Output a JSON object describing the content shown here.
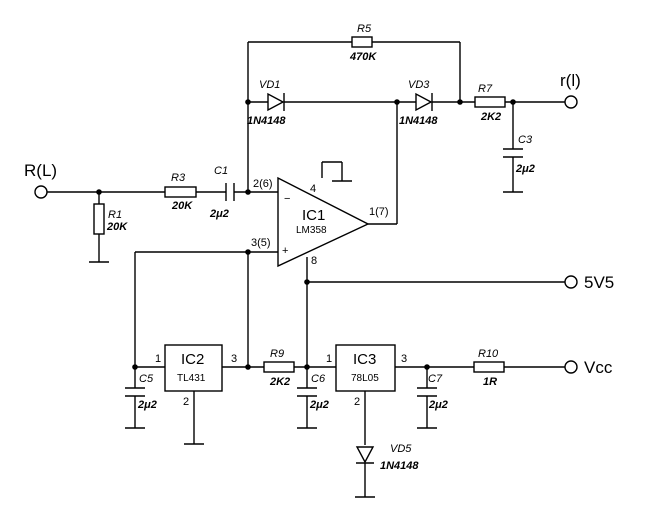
{
  "terminals": {
    "input": "R(L)",
    "output": "r(l)",
    "supply_5v5": "5V5",
    "supply_vcc": "Vcc"
  },
  "resistors": {
    "r1": {
      "ref": "R1",
      "value": "20K"
    },
    "r3": {
      "ref": "R3",
      "value": "20K"
    },
    "r5": {
      "ref": "R5",
      "value": "470K"
    },
    "r7": {
      "ref": "R7",
      "value": "2K2"
    },
    "r9": {
      "ref": "R9",
      "value": "2K2"
    },
    "r10": {
      "ref": "R10",
      "value": "1R"
    }
  },
  "capacitors": {
    "c1": {
      "ref": "C1",
      "value": "2μ2"
    },
    "c3": {
      "ref": "C3",
      "value": "2μ2"
    },
    "c5": {
      "ref": "C5",
      "value": "2μ2"
    },
    "c6": {
      "ref": "C6",
      "value": "2μ2"
    },
    "c7": {
      "ref": "C7",
      "value": "2μ2"
    }
  },
  "diodes": {
    "vd1": {
      "ref": "VD1",
      "value": "1N4148"
    },
    "vd3": {
      "ref": "VD3",
      "value": "1N4148"
    },
    "vd5": {
      "ref": "VD5",
      "value": "1N4148"
    }
  },
  "ics": {
    "ic1": {
      "ref": "IC1",
      "part": "LM358",
      "pin_inv": "2(6)",
      "pin_noninv": "3(5)",
      "pin_out": "1(7)",
      "pin_gnd": "4",
      "pin_vcc": "8",
      "sign_minus": "−",
      "sign_plus": "+"
    },
    "ic2": {
      "ref": "IC2",
      "part": "TL431",
      "pin1": "1",
      "pin2": "2",
      "pin3": "3"
    },
    "ic3": {
      "ref": "IC3",
      "part": "78L05",
      "pin1": "1",
      "pin2": "2",
      "pin3": "3"
    }
  }
}
